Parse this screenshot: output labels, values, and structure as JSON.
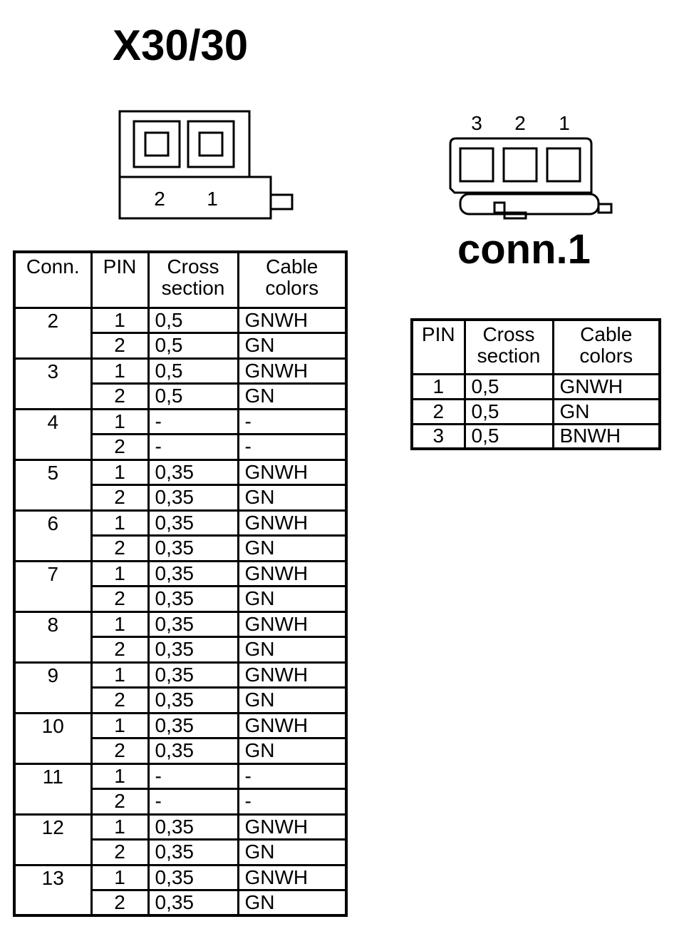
{
  "x30_title": "X30/30",
  "x30_pins": [
    "2",
    "1"
  ],
  "conn1_title": "conn.1",
  "conn1_pins": [
    "3",
    "2",
    "1"
  ],
  "left_table": {
    "headers": {
      "conn": "Conn.",
      "pin": "PIN",
      "cross_1": "Cross",
      "cross_2": "section",
      "cable_1": "Cable",
      "cable_2": "colors"
    },
    "groups": [
      {
        "conn": "2",
        "rows": [
          {
            "pin": "1",
            "cross": "0,5",
            "color": "GNWH"
          },
          {
            "pin": "2",
            "cross": "0,5",
            "color": "GN"
          }
        ]
      },
      {
        "conn": "3",
        "rows": [
          {
            "pin": "1",
            "cross": "0,5",
            "color": "GNWH"
          },
          {
            "pin": "2",
            "cross": "0,5",
            "color": "GN"
          }
        ]
      },
      {
        "conn": "4",
        "rows": [
          {
            "pin": "1",
            "cross": "-",
            "color": "-"
          },
          {
            "pin": "2",
            "cross": "-",
            "color": "-"
          }
        ]
      },
      {
        "conn": "5",
        "rows": [
          {
            "pin": "1",
            "cross": "0,35",
            "color": "GNWH"
          },
          {
            "pin": "2",
            "cross": "0,35",
            "color": "GN"
          }
        ]
      },
      {
        "conn": "6",
        "rows": [
          {
            "pin": "1",
            "cross": "0,35",
            "color": "GNWH"
          },
          {
            "pin": "2",
            "cross": "0,35",
            "color": "GN"
          }
        ]
      },
      {
        "conn": "7",
        "rows": [
          {
            "pin": "1",
            "cross": "0,35",
            "color": "GNWH"
          },
          {
            "pin": "2",
            "cross": "0,35",
            "color": "GN"
          }
        ]
      },
      {
        "conn": "8",
        "rows": [
          {
            "pin": "1",
            "cross": "0,35",
            "color": "GNWH"
          },
          {
            "pin": "2",
            "cross": "0,35",
            "color": "GN"
          }
        ]
      },
      {
        "conn": "9",
        "rows": [
          {
            "pin": "1",
            "cross": "0,35",
            "color": "GNWH"
          },
          {
            "pin": "2",
            "cross": "0,35",
            "color": "GN"
          }
        ]
      },
      {
        "conn": "10",
        "rows": [
          {
            "pin": "1",
            "cross": "0,35",
            "color": "GNWH"
          },
          {
            "pin": "2",
            "cross": "0,35",
            "color": "GN"
          }
        ]
      },
      {
        "conn": "11",
        "rows": [
          {
            "pin": "1",
            "cross": "-",
            "color": "-"
          },
          {
            "pin": "2",
            "cross": "-",
            "color": "-"
          }
        ]
      },
      {
        "conn": "12",
        "rows": [
          {
            "pin": "1",
            "cross": "0,35",
            "color": "GNWH"
          },
          {
            "pin": "2",
            "cross": "0,35",
            "color": "GN"
          }
        ]
      },
      {
        "conn": "13",
        "rows": [
          {
            "pin": "1",
            "cross": "0,35",
            "color": "GNWH"
          },
          {
            "pin": "2",
            "cross": "0,35",
            "color": "GN"
          }
        ]
      }
    ]
  },
  "right_table": {
    "headers": {
      "pin": "PIN",
      "cross_1": "Cross",
      "cross_2": "section",
      "cable_1": "Cable",
      "cable_2": "colors"
    },
    "rows": [
      {
        "pin": "1",
        "cross": "0,5",
        "color": "GNWH"
      },
      {
        "pin": "2",
        "cross": "0,5",
        "color": "GN"
      },
      {
        "pin": "3",
        "cross": "0,5",
        "color": "BNWH"
      }
    ]
  }
}
